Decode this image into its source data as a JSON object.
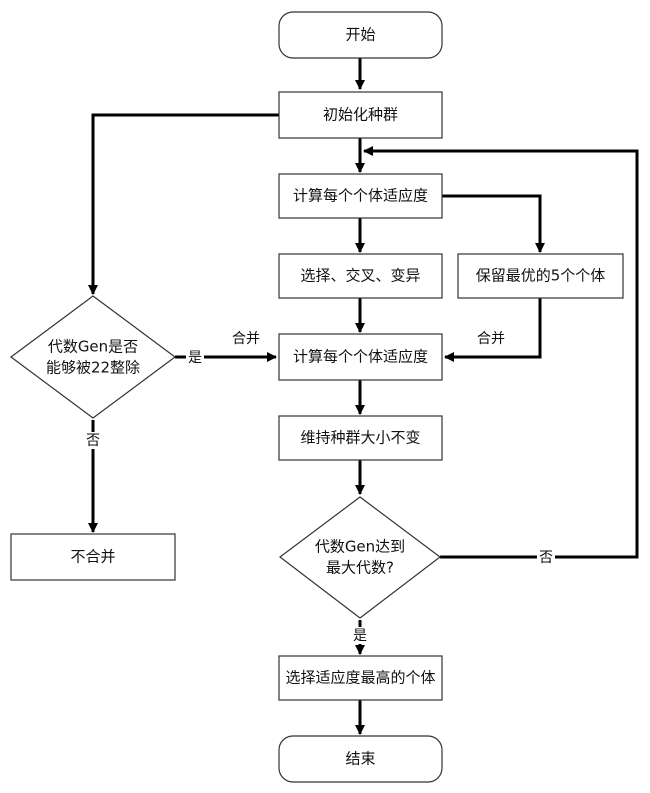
{
  "nodes": {
    "start": "开始",
    "init_population": "初始化种群",
    "calc_fitness_1": "计算每个个体适应度",
    "select_crossover_mutate": "选择、交叉、变异",
    "keep_best": "保留最优的5个个体",
    "merge_check_line1": "代数Gen是否",
    "merge_check_line2": "能够被22整除",
    "calc_fitness_2": "计算每个个体适应度",
    "keep_size": "维持种群大小不变",
    "max_gen_line1": "代数Gen达到",
    "max_gen_line2": "最大代数?",
    "no_merge": "不合并",
    "select_best": "选择适应度最高的个体",
    "end": "结束"
  },
  "edge_labels": {
    "merge_left": "合并",
    "merge_right": "合并",
    "yes_merge": "是",
    "no_merge": "否",
    "no_loop": "否",
    "yes_end": "是"
  }
}
